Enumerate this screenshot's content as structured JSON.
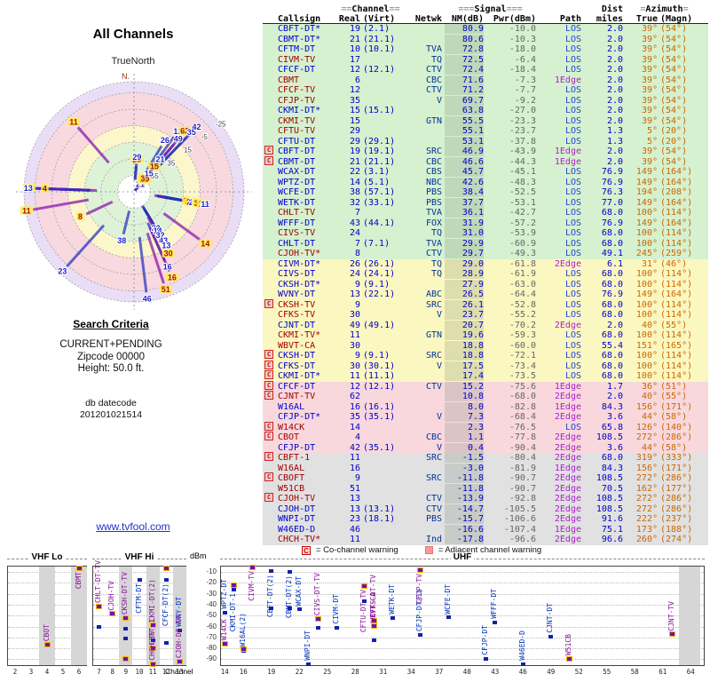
{
  "radar": {
    "title": "All Channels",
    "subtitle": "TrueNorth",
    "north": "N.",
    "ring_values": [
      55,
      35,
      15,
      -5,
      -25
    ],
    "colors": {
      "digital": "#2233bb",
      "analog": "#8811aa",
      "label_digital": "#2222cc",
      "label_analog": "#aa1100",
      "highlight": "#ffee55"
    }
  },
  "criteria": {
    "title": "Search Criteria",
    "lines": [
      "CURRENT+PENDING",
      "Zipcode 00000",
      "Height: 50.0 ft."
    ],
    "datecode_label": "db datecode",
    "datecode": "201201021514"
  },
  "link": "www.tvfool.com",
  "legend": {
    "co": "C",
    "co_text": "= Co-channel warning",
    "adj_text": "= Adjacent channel warning"
  },
  "table": {
    "group_headers": {
      "channel": "Channel",
      "signal": "Signal",
      "dist": "Dist",
      "azimuth": "Azimuth"
    },
    "deco": {
      "channel": "==",
      "signal": "===",
      "azimuth": "="
    },
    "col_headers": {
      "callsign": "Callsign",
      "real": "Real",
      "virt": "(Virt)",
      "netwk": "Netwk",
      "nm": "NM(dB)",
      "pwr": "Pwr(dBm)",
      "path": "Path",
      "miles": "miles",
      "true": "True",
      "magn": "(Magn)"
    },
    "rows": [
      [
        "CBFT-DT*",
        19,
        "(2.1)",
        "",
        80.9,
        -10.0,
        "LOS",
        2.0,
        39,
        54,
        "g",
        0,
        ""
      ],
      [
        "CBMT-DT*",
        21,
        "(21.1)",
        "",
        80.6,
        -10.3,
        "LOS",
        2.0,
        39,
        54,
        "g",
        0,
        ""
      ],
      [
        "CFTM-DT",
        10,
        "(10.1)",
        "TVA",
        72.8,
        -18.0,
        "LOS",
        2.0,
        39,
        54,
        "g",
        0,
        ""
      ],
      [
        "CIVM-TV",
        17,
        "",
        "TQ",
        72.5,
        -6.4,
        "LOS",
        2.0,
        39,
        54,
        "g",
        1,
        ""
      ],
      [
        "CFCF-DT",
        12,
        "(12.1)",
        "CTV",
        72.4,
        -18.4,
        "LOS",
        2.0,
        39,
        54,
        "g",
        0,
        ""
      ],
      [
        "CBMT",
        6,
        "",
        "CBC",
        71.6,
        -7.3,
        "1Edge",
        2.0,
        39,
        54,
        "g",
        1,
        ""
      ],
      [
        "CFCF-TV",
        12,
        "",
        "CTV",
        71.2,
        -7.7,
        "LOS",
        2.0,
        39,
        54,
        "g",
        1,
        ""
      ],
      [
        "CFJP-TV",
        35,
        "",
        "V",
        69.7,
        -9.2,
        "LOS",
        2.0,
        39,
        54,
        "g",
        1,
        ""
      ],
      [
        "CKMI-DT*",
        15,
        "(15.1)",
        "",
        63.8,
        -27.0,
        "LOS",
        2.0,
        39,
        54,
        "g",
        0,
        ""
      ],
      [
        "CKMI-TV",
        15,
        "",
        "GTN",
        55.5,
        -23.3,
        "LOS",
        2.0,
        39,
        54,
        "g",
        1,
        ""
      ],
      [
        "CFTU-TV",
        29,
        "",
        "",
        55.1,
        -23.7,
        "LOS",
        1.3,
        5,
        20,
        "g",
        1,
        ""
      ],
      [
        "CFTU-DT",
        29,
        "(29.1)",
        "",
        53.1,
        -37.8,
        "LOS",
        1.3,
        5,
        20,
        "g",
        0,
        ""
      ],
      [
        "CBFT-DT",
        19,
        "(19.1)",
        "SRC",
        46.9,
        -43.9,
        "1Edge",
        2.0,
        39,
        54,
        "g",
        0,
        "C"
      ],
      [
        "CBMT-DT",
        21,
        "(21.1)",
        "CBC",
        46.6,
        -44.3,
        "1Edge",
        2.0,
        39,
        54,
        "g",
        0,
        "C"
      ],
      [
        "WCAX-DT",
        22,
        "(3.1)",
        "CBS",
        45.7,
        -45.1,
        "LOS",
        76.9,
        149,
        164,
        "g",
        0,
        ""
      ],
      [
        "WPTZ-DT",
        14,
        "(5.1)",
        "NBC",
        42.6,
        -48.3,
        "LOS",
        76.9,
        149,
        164,
        "g",
        0,
        ""
      ],
      [
        "WCFE-DT",
        38,
        "(57.1)",
        "PBS",
        38.4,
        -52.5,
        "LOS",
        76.3,
        194,
        208,
        "g",
        0,
        ""
      ],
      [
        "WETK-DT",
        32,
        "(33.1)",
        "PBS",
        37.7,
        -53.1,
        "LOS",
        77.0,
        149,
        164,
        "g",
        0,
        ""
      ],
      [
        "CHLT-TV",
        7,
        "",
        "TVA",
        36.1,
        -42.7,
        "LOS",
        68.0,
        100,
        114,
        "g",
        1,
        ""
      ],
      [
        "WFFF-DT",
        43,
        "(44.1)",
        "FOX",
        31.9,
        -57.2,
        "LOS",
        76.9,
        149,
        164,
        "g",
        0,
        ""
      ],
      [
        "CIVS-TV",
        24,
        "",
        "TQ",
        31.0,
        -53.9,
        "LOS",
        68.0,
        100,
        114,
        "g",
        1,
        ""
      ],
      [
        "CHLT-DT",
        7,
        "(7.1)",
        "TVA",
        29.9,
        -60.9,
        "LOS",
        68.0,
        100,
        114,
        "g",
        0,
        ""
      ],
      [
        "CJOH-TV*",
        8,
        "",
        "CTV",
        29.7,
        -49.3,
        "LOS",
        49.1,
        245,
        259,
        "g",
        1,
        ""
      ],
      [
        "CIVM-DT*",
        26,
        "(26.1)",
        "TQ",
        29.0,
        -61.8,
        "2Edge",
        6.1,
        31,
        46,
        "y",
        0,
        ""
      ],
      [
        "CIVS-DT",
        24,
        "(24.1)",
        "TQ",
        28.9,
        -61.9,
        "LOS",
        68.0,
        100,
        114,
        "y",
        0,
        ""
      ],
      [
        "CKSH-DT*",
        9,
        "(9.1)",
        "",
        27.9,
        -63.0,
        "LOS",
        68.0,
        100,
        114,
        "y",
        0,
        ""
      ],
      [
        "WVNY-DT",
        13,
        "(22.1)",
        "ABC",
        26.5,
        -64.4,
        "LOS",
        76.9,
        149,
        164,
        "y",
        0,
        ""
      ],
      [
        "CKSH-TV",
        9,
        "",
        "SRC",
        26.1,
        -52.8,
        "LOS",
        68.0,
        100,
        114,
        "y",
        1,
        "C"
      ],
      [
        "CFKS-TV",
        30,
        "",
        "V",
        23.7,
        -55.2,
        "LOS",
        68.0,
        100,
        114,
        "y",
        1,
        ""
      ],
      [
        "CJNT-DT",
        49,
        "(49.1)",
        "",
        20.7,
        -70.2,
        "2Edge",
        2.0,
        40,
        55,
        "y",
        0,
        ""
      ],
      [
        "CKMI-TV*",
        11,
        "",
        "GTN",
        19.6,
        -59.3,
        "LOS",
        68.0,
        100,
        114,
        "y",
        1,
        ""
      ],
      [
        "WBVT-CA",
        30,
        "",
        "",
        18.8,
        -60.0,
        "LOS",
        55.4,
        151,
        165,
        "y",
        1,
        ""
      ],
      [
        "CKSH-DT",
        9,
        "(9.1)",
        "SRC",
        18.8,
        -72.1,
        "LOS",
        68.0,
        100,
        114,
        "y",
        0,
        "C"
      ],
      [
        "CFKS-DT",
        30,
        "(30.1)",
        "V",
        17.5,
        -73.4,
        "LOS",
        68.0,
        100,
        114,
        "y",
        0,
        "C"
      ],
      [
        "CKMI-DT*",
        11,
        "(11.1)",
        "",
        17.4,
        -73.5,
        "LOS",
        68.0,
        100,
        114,
        "y",
        0,
        "C"
      ],
      [
        "CFCF-DT",
        12,
        "(12.1)",
        "CTV",
        15.2,
        -75.6,
        "1Edge",
        1.7,
        36,
        51,
        "p",
        0,
        "C"
      ],
      [
        "CJNT-TV",
        62,
        "",
        "",
        10.8,
        -68.0,
        "2Edge",
        2.0,
        40,
        55,
        "p",
        1,
        "C"
      ],
      [
        "W16AL",
        16,
        "(16.1)",
        "",
        8.0,
        -82.8,
        "1Edge",
        84.3,
        156,
        171,
        "p",
        0,
        ""
      ],
      [
        "CFJP-DT*",
        35,
        "(35.1)",
        "V",
        7.3,
        -68.4,
        "2Edge",
        3.6,
        44,
        58,
        "p",
        0,
        ""
      ],
      [
        "W14CK",
        14,
        "",
        "",
        2.3,
        -76.5,
        "LOS",
        65.8,
        126,
        140,
        "p",
        1,
        "C"
      ],
      [
        "CBOT",
        4,
        "",
        "CBC",
        1.1,
        -77.8,
        "2Edge",
        108.5,
        272,
        286,
        "p",
        1,
        "C"
      ],
      [
        "CFJP-DT",
        42,
        "(35.1)",
        "V",
        0.4,
        -90.4,
        "2Edge",
        3.6,
        44,
        58,
        "p",
        0,
        ""
      ],
      [
        "CBFT-1",
        11,
        "",
        "SRC",
        -1.5,
        -80.4,
        "2Edge",
        68.0,
        319,
        333,
        "x",
        1,
        "C"
      ],
      [
        "W16AL",
        16,
        "",
        "",
        -3.0,
        -81.9,
        "1Edge",
        84.3,
        156,
        171,
        "x",
        1,
        ""
      ],
      [
        "CBOFT",
        9,
        "",
        "SRC",
        -11.8,
        -90.7,
        "2Edge",
        108.5,
        272,
        286,
        "x",
        1,
        "C"
      ],
      [
        "W51CB",
        51,
        "",
        "",
        -11.8,
        -90.7,
        "2Edge",
        70.5,
        162,
        177,
        "x",
        1,
        ""
      ],
      [
        "CJOH-TV",
        13,
        "",
        "CTV",
        -13.9,
        -92.8,
        "2Edge",
        108.5,
        272,
        286,
        "x",
        1,
        "C"
      ],
      [
        "CJOH-DT",
        13,
        "(13.1)",
        "CTV",
        -14.7,
        -105.5,
        "2Edge",
        108.5,
        272,
        286,
        "x",
        0,
        ""
      ],
      [
        "WNPI-DT",
        23,
        "(18.1)",
        "PBS",
        -15.7,
        -106.6,
        "2Edge",
        91.6,
        222,
        237,
        "x",
        0,
        ""
      ],
      [
        "W46ED-D",
        46,
        "",
        "",
        -16.6,
        -107.4,
        "1Edge",
        75.1,
        173,
        188,
        "x",
        0,
        ""
      ],
      [
        "CHCH-TV*",
        11,
        "",
        "Ind",
        -17.8,
        -96.6,
        "2Edge",
        96.6,
        260,
        274,
        "x",
        1,
        ""
      ]
    ]
  },
  "spectrum": {
    "dbm_label": "dBm",
    "channel_label": "Channel",
    "dbm_ticks": [
      -10,
      -20,
      -30,
      -40,
      -50,
      -60,
      -70,
      -80,
      -90
    ],
    "bands": [
      {
        "name": "VHF Lo",
        "min": 2,
        "max": 6,
        "ticks": [
          2,
          3,
          4,
          5,
          6
        ]
      },
      {
        "name": "VHF Hi",
        "min": 7,
        "max": 13,
        "ticks": [
          7,
          8,
          9,
          10,
          11,
          12,
          13
        ]
      },
      {
        "name": "UHF",
        "min": 14,
        "max": 65,
        "ticks": [
          14,
          16,
          19,
          22,
          25,
          28,
          31,
          34,
          37,
          40,
          43,
          46,
          49,
          52,
          55,
          58,
          61,
          64
        ]
      }
    ],
    "stripes": [
      [
        0,
        4,
        1
      ],
      [
        0,
        6,
        1
      ],
      [
        1,
        9,
        1
      ],
      [
        1,
        11,
        1
      ],
      [
        1,
        13,
        1
      ],
      [
        2,
        63.9,
        2.3
      ]
    ],
    "markers": [
      [
        0,
        4,
        -77.8,
        1,
        "CBOT",
        "a"
      ],
      [
        0,
        6,
        -7.3,
        1,
        "CBMT",
        "b"
      ],
      [
        1,
        7,
        -42.7,
        1,
        "CHLT-DT-TV",
        "a"
      ],
      [
        1,
        7,
        -60.9,
        0,
        "",
        "a"
      ],
      [
        1,
        8,
        -49.3,
        1,
        "CJOH-TV",
        "a"
      ],
      [
        1,
        9,
        -52.8,
        1,
        "CKSH-DT-TV",
        "a"
      ],
      [
        1,
        9,
        -63.0,
        0,
        "",
        "a"
      ],
      [
        1,
        9,
        -72.1,
        0,
        "",
        "a"
      ],
      [
        1,
        9,
        -90.7,
        1,
        "",
        "a"
      ],
      [
        1,
        10,
        -18.0,
        0,
        "CFTM-DT",
        "b"
      ],
      [
        1,
        11,
        -59.3,
        1,
        "CKMI-DT(2)",
        "a"
      ],
      [
        1,
        11,
        -73.5,
        0,
        "",
        "a"
      ],
      [
        1,
        11,
        -80.4,
        1,
        "CBFT-1",
        "a"
      ],
      [
        1,
        11,
        -96.6,
        1,
        "CHCH-TV",
        "a"
      ],
      [
        1,
        12,
        -7.7,
        1,
        "",
        "b"
      ],
      [
        1,
        12,
        -18.4,
        0,
        "CFCF-DT(2)",
        "b"
      ],
      [
        1,
        12,
        -75.6,
        0,
        "",
        "a"
      ],
      [
        1,
        13,
        -64.4,
        0,
        "WVNY-DT",
        "a"
      ],
      [
        1,
        13,
        -92.8,
        1,
        "CJOH-DT-TV",
        "a"
      ],
      [
        2,
        14,
        -48.3,
        0,
        "WPTZ-DT",
        "a"
      ],
      [
        2,
        14,
        -76.5,
        1,
        "W14CK",
        "a"
      ],
      [
        2,
        15,
        -27.0,
        0,
        "CKMI-DT-1",
        "b"
      ],
      [
        2,
        15,
        -23.3,
        1,
        "",
        "b"
      ],
      [
        2,
        16,
        -82.8,
        0,
        "W16AL(2)",
        "a"
      ],
      [
        2,
        16,
        -81.9,
        1,
        "",
        "a"
      ],
      [
        2,
        17,
        -6.4,
        1,
        "CIVM-TV",
        "b"
      ],
      [
        2,
        19,
        -10.0,
        0,
        "CBFT-DT(2)",
        "b"
      ],
      [
        2,
        19,
        -43.9,
        0,
        "",
        "a"
      ],
      [
        2,
        21,
        -10.3,
        0,
        "CBMT-DT(2)",
        "b"
      ],
      [
        2,
        21,
        -44.3,
        0,
        "",
        "a"
      ],
      [
        2,
        22,
        -45.1,
        0,
        "WCAX-DT",
        "a"
      ],
      [
        2,
        23,
        -106.6,
        0,
        "WNPI-DT",
        "a"
      ],
      [
        2,
        24,
        -53.9,
        1,
        "CIVS-DT-TV",
        "a"
      ],
      [
        2,
        24,
        -61.9,
        0,
        "",
        "a"
      ],
      [
        2,
        26,
        -61.8,
        0,
        "CIVM-DT",
        "a"
      ],
      [
        2,
        29,
        -23.7,
        1,
        "CFTU-DT-TV",
        "b"
      ],
      [
        2,
        29,
        -37.8,
        0,
        "",
        "a"
      ],
      [
        2,
        30,
        -55.2,
        1,
        "CFKS-DT-TV",
        "a"
      ],
      [
        2,
        30,
        -73.4,
        0,
        "",
        "a"
      ],
      [
        2,
        30,
        -60.0,
        1,
        "WBVT-CA",
        "a"
      ],
      [
        2,
        32,
        -53.1,
        0,
        "WETK-DT",
        "a"
      ],
      [
        2,
        35,
        -9.2,
        1,
        "CFJP-TV",
        "b"
      ],
      [
        2,
        35,
        -68.4,
        0,
        "CFJP-DT(1)",
        "a"
      ],
      [
        2,
        38,
        -52.5,
        0,
        "WCFE-DT",
        "a"
      ],
      [
        2,
        42,
        -90.4,
        0,
        "CFJP-DT",
        "a"
      ],
      [
        2,
        43,
        -57.2,
        0,
        "WFFF-DT",
        "a"
      ],
      [
        2,
        46,
        -107.4,
        0,
        "W46ED-D",
        "a"
      ],
      [
        2,
        49,
        -70.2,
        0,
        "CJNT-DT",
        "a"
      ],
      [
        2,
        51,
        -90.7,
        1,
        "W51CB",
        "a"
      ],
      [
        2,
        62,
        -68.0,
        1,
        "CJNT-TV",
        "a"
      ]
    ]
  }
}
